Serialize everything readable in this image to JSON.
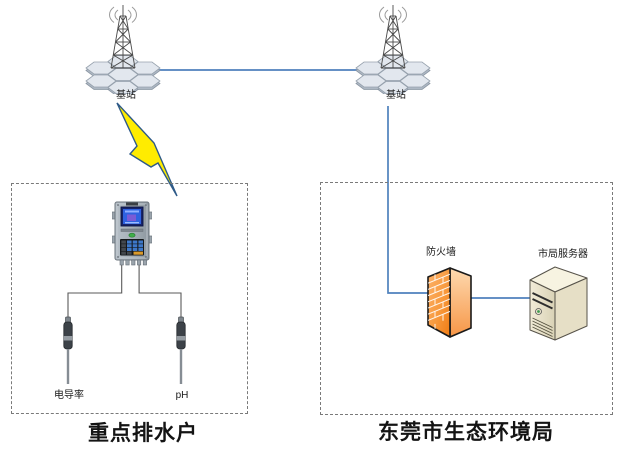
{
  "colors": {
    "accent-blue": "#4f81bd",
    "wire-gray": "#5a5a5a",
    "bolt-yellow": "#ffec00",
    "bolt-edge": "#2e5a88",
    "firewall-orange": "#f07b12",
    "firewall-orange-light": "#fcb26b",
    "server-beige": "#efe9d2",
    "box-dash": "#7a7a7a",
    "tower-gray": "#4a4a4a",
    "hex-top": "#e2e7ee",
    "hex-side": "#aeb8c4"
  },
  "network": {
    "base_station_left_label": "基站",
    "base_station_right_label": "基站"
  },
  "site_left": {
    "title": "重点排水户",
    "sensor_left_label": "电导率",
    "sensor_right_label": "pH"
  },
  "site_right": {
    "title": "东莞市生态环境局",
    "firewall_label": "防火墙",
    "server_label": "市局服务器"
  }
}
